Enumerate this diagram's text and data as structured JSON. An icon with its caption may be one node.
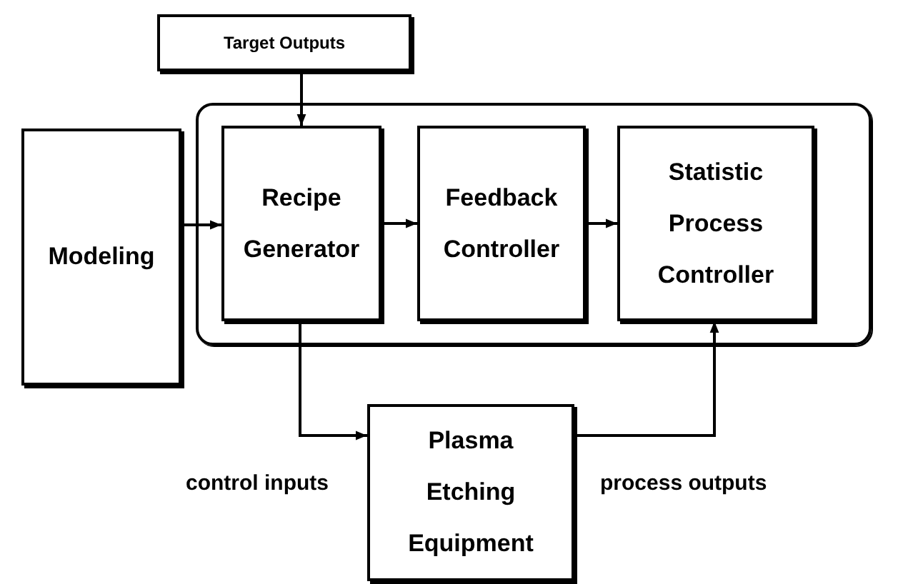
{
  "diagram": {
    "nodes": [
      {
        "text": [
          "Target Outputs"
        ]
      },
      {
        "text": [],
        "shape": "box"
      },
      {
        "text": [
          "Modeling"
        ]
      },
      {
        "text": [
          "Recipe Generator"
        ],
        "in": 1
      },
      {
        "text": [
          "Feedback Controller"
        ],
        "in": 1
      },
      {
        "text": [
          "Statistic Process Controller"
        ],
        "in": 1
      },
      {
        "text": [
          "Plasma Etching Equipment"
        ]
      }
    ],
    "edges": [
      {
        "from": 0,
        "to": 3,
        "arrow": "to"
      },
      {
        "from": 2,
        "to": 3,
        "arrow": "to"
      },
      {
        "from": 3,
        "to": 4,
        "arrow": "to"
      },
      {
        "from": 4,
        "to": 5,
        "arrow": "to"
      },
      {
        "from": 3,
        "to": 6,
        "arrow": "to"
      },
      {
        "from": 6,
        "to": 5,
        "arrow": "to"
      }
    ],
    "labels": [
      "control inputs",
      "process outputs"
    ]
  }
}
